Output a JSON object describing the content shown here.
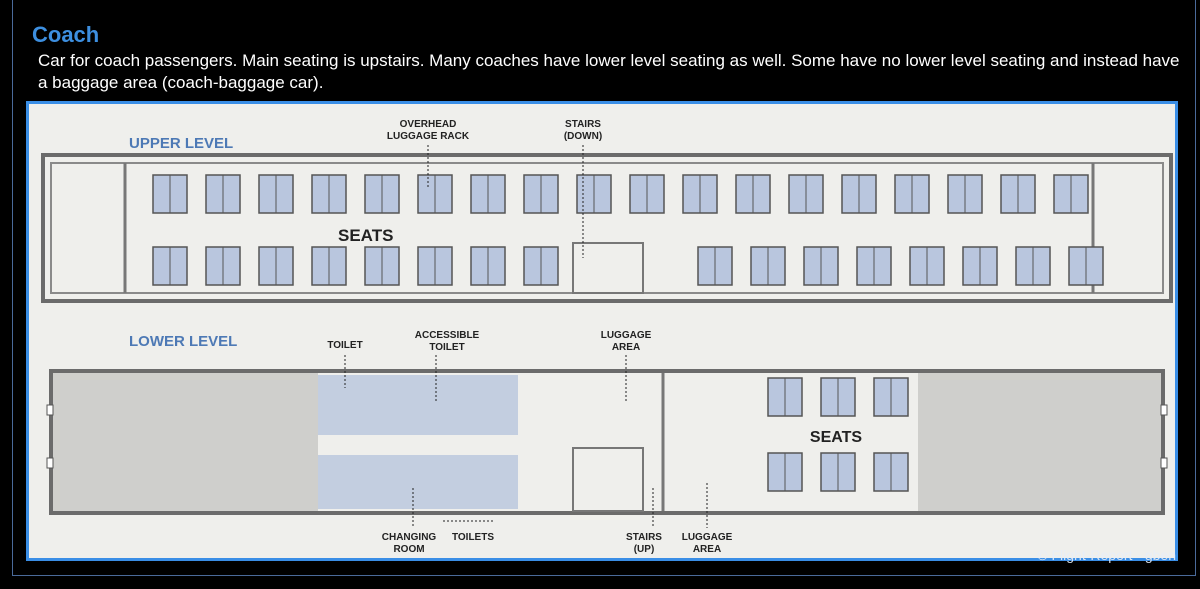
{
  "header": {
    "title": "Coach",
    "description": "Car for coach passengers. Main seating is upstairs. Many coaches have lower level seating as well. Some have no lower level seating and instead have a baggage area (coach-baggage car)."
  },
  "diagram": {
    "upper": {
      "level_label": "UPPER LEVEL",
      "seats_label": "SEATS",
      "overhead_l1": "OVERHEAD",
      "overhead_l2": "LUGGAGE RACK",
      "stairs_l1": "STAIRS",
      "stairs_l2": "(DOWN)"
    },
    "lower": {
      "level_label": "LOWER LEVEL",
      "toilet": "TOILET",
      "acc_l1": "ACCESSIBLE",
      "acc_l2": "TOILET",
      "lug_l1": "LUGGAGE",
      "lug_l2": "AREA",
      "seats_label": "SEATS",
      "chg_l1": "CHANGING",
      "chg_l2": "ROOM",
      "toilets": "TOILETS",
      "stairs_l1": "STAIRS",
      "stairs_l2": "(UP)",
      "lug2_l1": "LUGGAGE",
      "lug2_l2": "AREA"
    },
    "colors": {
      "seat": "#b9c6de",
      "wall": "#6b6b6b",
      "label": "#4d79b5",
      "shade": "#cfcfcc"
    }
  },
  "watermark": "© Flight-Report - gben"
}
